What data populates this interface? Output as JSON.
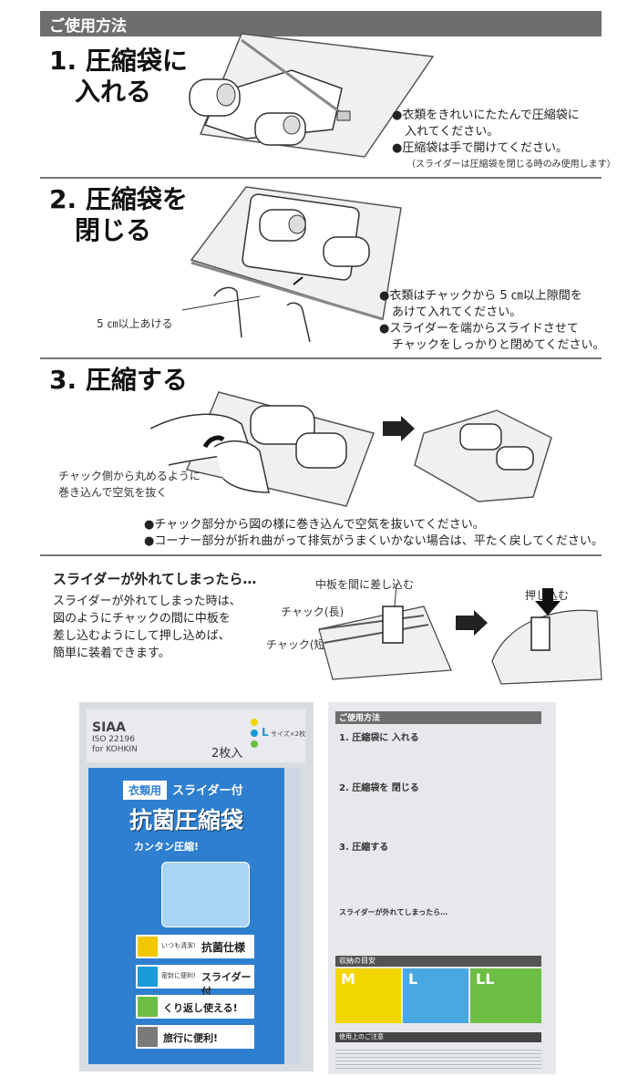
{
  "header": {
    "title": "ご使用方法"
  },
  "step1": {
    "title_line1": "1. 圧縮袋に",
    "title_line2": "入れる",
    "bullets": [
      "●衣類をきれいにたたんで圧縮袋に",
      "入れてください。",
      "●圧縮袋は手で開けてください。"
    ],
    "note": "（スライダーは圧縮袋を閉じる時のみ使用します）"
  },
  "step2": {
    "title_line1": "2. 圧縮袋を",
    "title_line2": "閉じる",
    "callout": "5 ㎝以上あける",
    "bullets": [
      "●衣類はチャックから 5 ㎝以上隙間を",
      "あけて入れてください。",
      "●スライダーを端からスライドさせて",
      "チャックをしっかりと閉めてください。"
    ]
  },
  "step3": {
    "title": "3. 圧縮する",
    "callout_line1": "チャック側から丸めるように",
    "callout_line2": "巻き込んで空気を抜く",
    "bullets": [
      "●チャック部分から図の様に巻き込んで空気を抜いてください。",
      "●コーナー部分が折れ曲がって排気がうまくいかない場合は、平たく戻してください。"
    ]
  },
  "slider": {
    "title": "スライダーが外れてしまったら…",
    "body": [
      "スライダーが外れてしまった時は、",
      "図のようにチャックの間に中板を",
      "差し込むようにして押し込めば、",
      "簡単に装着できます。"
    ],
    "label_insert": "中板を間に差し込む",
    "label_long": "チャック(長)",
    "label_short": "チャック(短)",
    "label_push": "押し込む"
  },
  "package_front": {
    "siaa": "SIAA",
    "iso": "ISO 22196",
    "for": "for KOHKIN",
    "count": "2枚入",
    "size": "L",
    "size_suffix": "サイズ×2枚",
    "badge_left": "衣類用",
    "badge_right": "スライダー付",
    "main_title": "抗菌圧縮袋",
    "sub_title": "カンタン圧縮!",
    "features": [
      "抗菌仕様",
      "スライダー付",
      "くり返し使える!",
      "旅行に便利!"
    ],
    "feature_prefix": [
      "いつも清潔!",
      "密封に便利!",
      "",
      ""
    ],
    "colors": {
      "dot_yellow": "#f2d600",
      "dot_blue": "#1a9ad6",
      "dot_green": "#6cbe45",
      "bag_blue": "#2f7fd0"
    }
  },
  "package_back": {
    "header": "ご使用方法",
    "step1": "1. 圧縮袋に 入れる",
    "step2": "2. 圧縮袋を 閉じる",
    "step3": "3. 圧縮する",
    "slider_title": "スライダーが外れてしまったら…",
    "size_title": "収納の目安",
    "sizes": [
      "M",
      "L",
      "LL"
    ],
    "caution": "使用上のご注意"
  }
}
